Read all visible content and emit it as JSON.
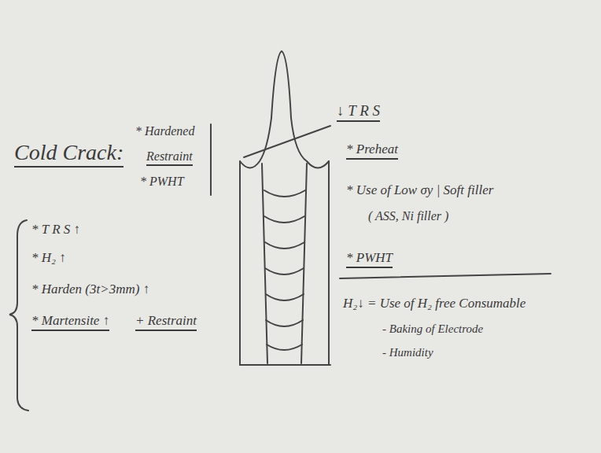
{
  "diagram": {
    "labels": [
      "Cold Crack:",
      "* Hardened",
      "Restraint",
      "* PWHT",
      "* T R S ↑",
      "* H₂ ↑",
      "* Harden (3t>3mm) ↑",
      "* Martensite ↑",
      "+ Restraint",
      "↓ T R S",
      "* Preheat",
      "* Use of Low σy | Soft filler",
      "( ASS, Ni filler )",
      "* PWHT",
      "H₂↓ = Use of H₂ free Consumable",
      "- Baking of Electrode",
      "- Humidity"
    ]
  }
}
